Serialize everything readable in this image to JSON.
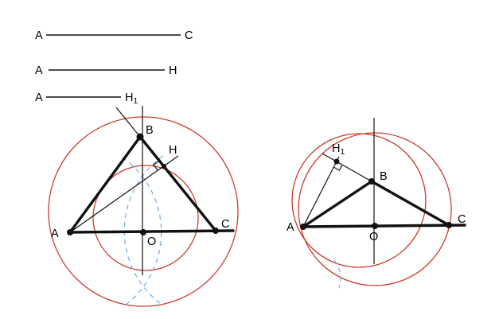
{
  "colors": {
    "black": "#111111",
    "red": "#cb3d2e",
    "blue": "#7fb2de",
    "background": "#ffffff"
  },
  "given_segments": {
    "rows": [
      {
        "left": "A",
        "right": "C"
      },
      {
        "left": "A",
        "right": "H"
      },
      {
        "left": "A",
        "right_base": "H",
        "right_sub": "1"
      }
    ]
  },
  "figure_left": {
    "points": {
      "A": "A",
      "B": "B",
      "C": "C",
      "O": "O",
      "H": "H"
    }
  },
  "figure_right": {
    "points": {
      "A": "A",
      "B": "B",
      "C": "C",
      "O": "O",
      "H1_base": "H",
      "H1_sub": "1"
    }
  }
}
